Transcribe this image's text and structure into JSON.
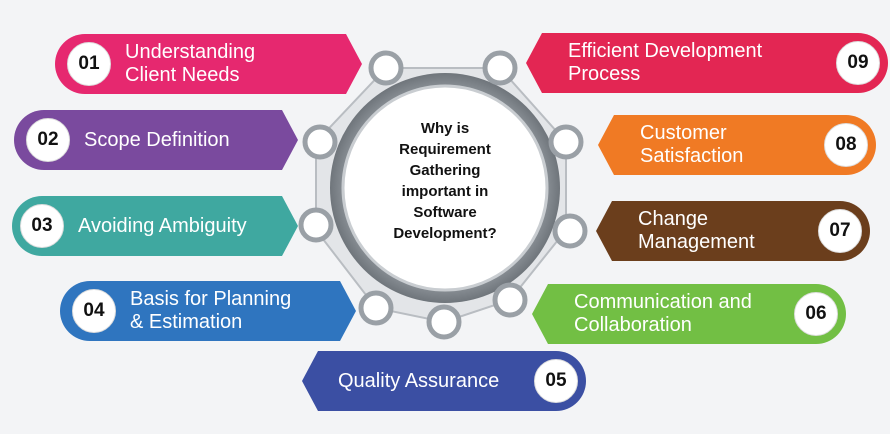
{
  "center": {
    "title": "Why is\nRequirement\nGathering\nimportant in\nSoftware\nDevelopment?"
  },
  "items": [
    {
      "num": "01",
      "label": "Understanding\nClient Needs",
      "color": "#e6286f"
    },
    {
      "num": "02",
      "label": "Scope Definition",
      "color": "#7a4a9e"
    },
    {
      "num": "03",
      "label": "Avoiding Ambiguity",
      "color": "#3fa8a0"
    },
    {
      "num": "04",
      "label": "Basis for Planning\n& Estimation",
      "color": "#2f75bf"
    },
    {
      "num": "05",
      "label": "Quality Assurance",
      "color": "#3b4fa3"
    },
    {
      "num": "06",
      "label": "Communication and\nCollaboration",
      "color": "#72bf44"
    },
    {
      "num": "07",
      "label": "Change\nManagement",
      "color": "#6b3e1c"
    },
    {
      "num": "08",
      "label": "Customer\nSatisfaction",
      "color": "#f07a24"
    },
    {
      "num": "09",
      "label": "Efficient Development\nProcess",
      "color": "#e32653"
    }
  ]
}
